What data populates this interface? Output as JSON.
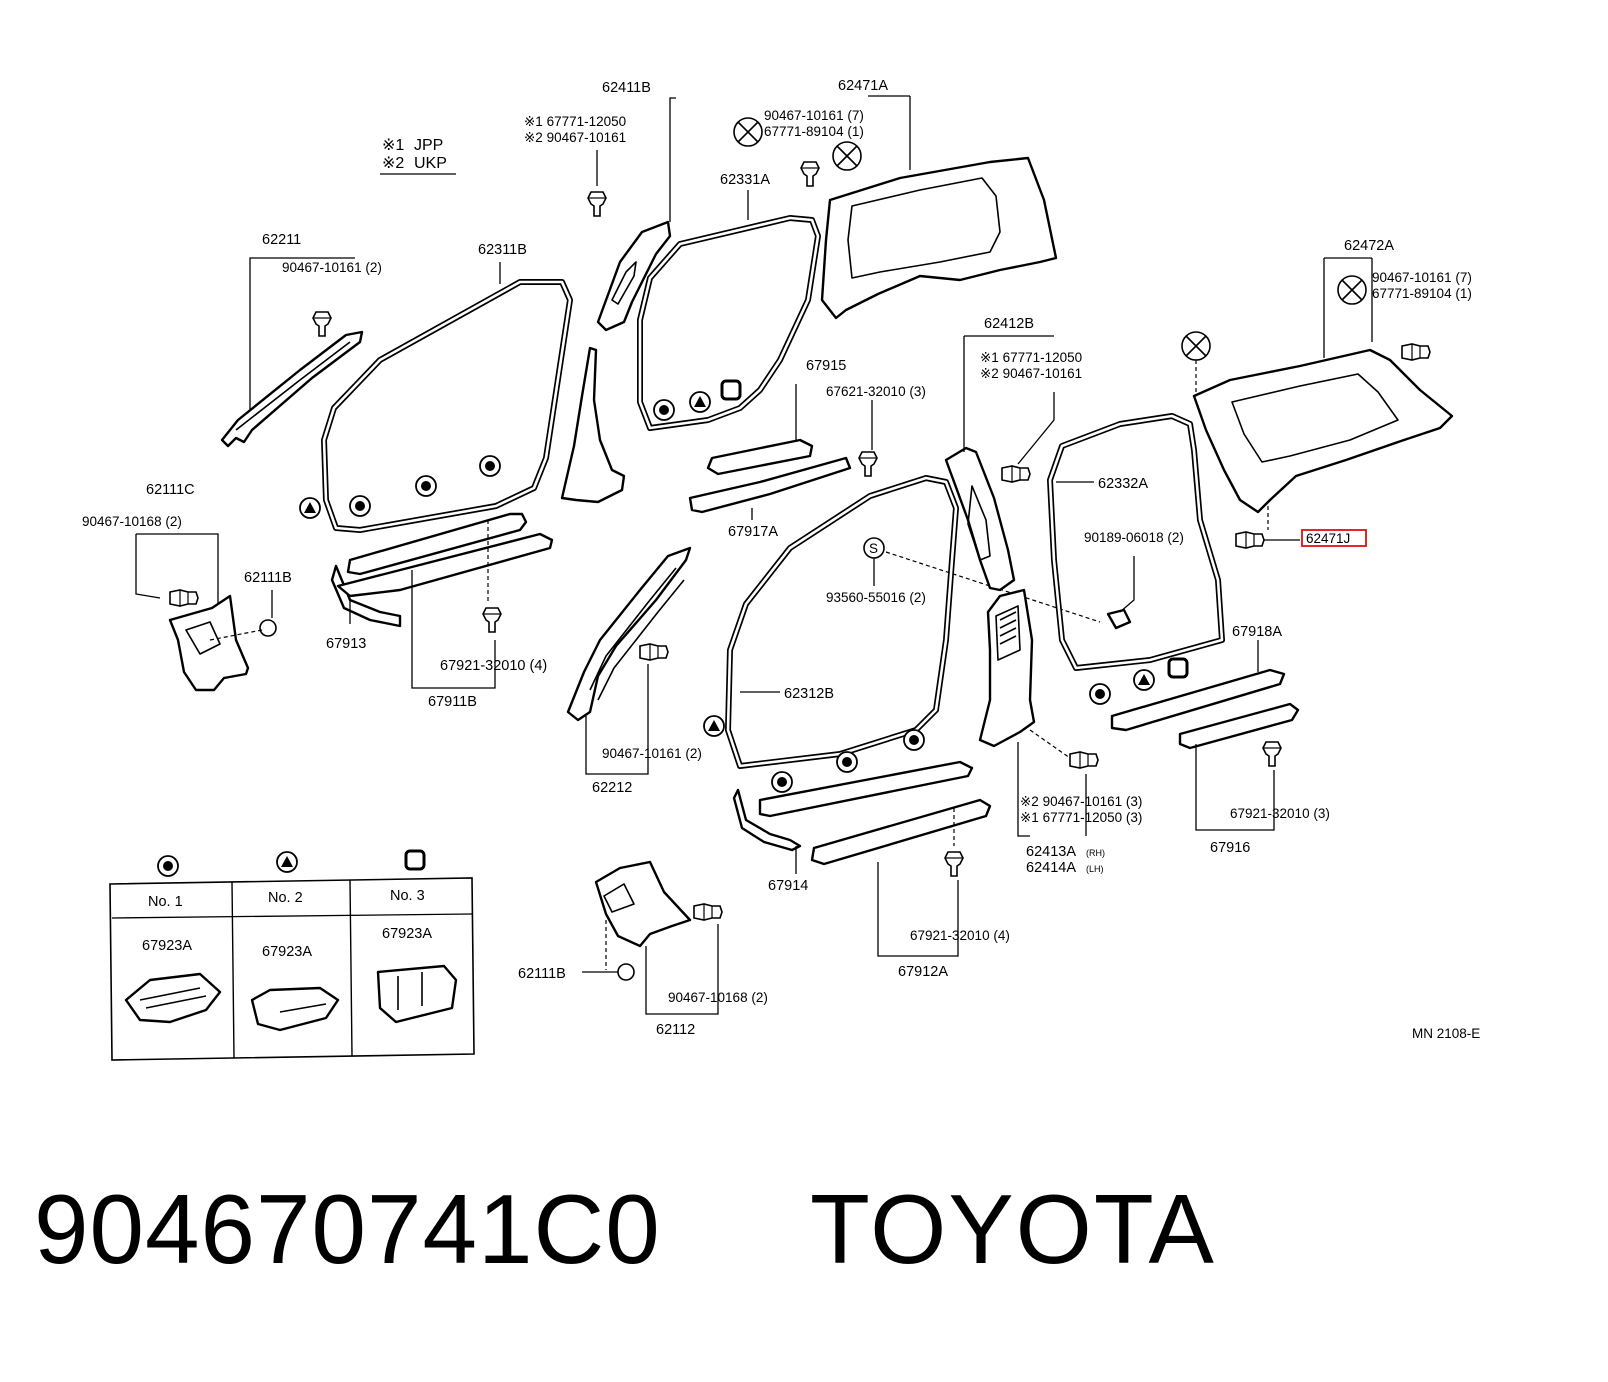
{
  "legend": {
    "mark1": "※1",
    "mark2": "※2",
    "label1": "JPP",
    "label2": "UKP"
  },
  "labels": {
    "p62411B": "62411B",
    "p62471A": "62471A",
    "p62411B_n1": "※1 67771-12050",
    "p62411B_n2": "※2 90467-10161",
    "p62471A_a": "90467-10161 (7)",
    "p62471A_b": "67771-89104 (1)",
    "p62331A": "62331A",
    "p62211": "62211",
    "p62211_clip": "90467-10161 (2)",
    "p62311B": "62311B",
    "p62472A": "62472A",
    "p62472A_a": "90467-10161 (7)",
    "p62472A_b": "67771-89104 (1)",
    "p62412B": "62412B",
    "p62412B_n1": "※1 67771-12050",
    "p62412B_n2": "※2 90467-10161",
    "p67915": "67915",
    "p67621": "67621-32010 (3)",
    "p62111C": "62111C",
    "p62111C_clip": "90467-10168 (2)",
    "p62332A": "62332A",
    "p62111B_a": "62111B",
    "p67917A": "67917A",
    "p90189": "90189-06018 (2)",
    "p62471J": "62471J",
    "p93560": "93560-55016 (2)",
    "p67913": "67913",
    "p67918A": "67918A",
    "p67921_4a": "67921-32010 (4)",
    "p67911B": "67911B",
    "p62312B": "62312B",
    "p90467_2b": "90467-10161 (2)",
    "p62212": "62212",
    "p2_90467": "※2 90467-10161 (3)",
    "p1_67771": "※1 67771-12050 (3)",
    "p67921_3": "67921-32010 (3)",
    "p67916": "67916",
    "p62413A": "62413A",
    "p62413A_side": "(RH)",
    "p62414A": "62414A",
    "p62414A_side": "(LH)",
    "p67914": "67914",
    "p62111B_b": "62111B",
    "p90467_10168b": "90467-10168 (2)",
    "p62112": "62112",
    "p67921_4b": "67921-32010 (4)",
    "p67912A": "67912A",
    "drawing_id": "MN 2108-E"
  },
  "table": {
    "columns": [
      {
        "symbol": "circle-dot-symbol",
        "name": "No. 1",
        "part": "67923A"
      },
      {
        "symbol": "triangle-symbol",
        "name": "No. 2",
        "part": "67923A"
      },
      {
        "symbol": "square-symbol",
        "name": "No. 3",
        "part": "67923A"
      }
    ]
  },
  "footer": {
    "part_number": "904670741C0",
    "brand": "TOYOTA"
  },
  "highlight_color": "#e01010"
}
